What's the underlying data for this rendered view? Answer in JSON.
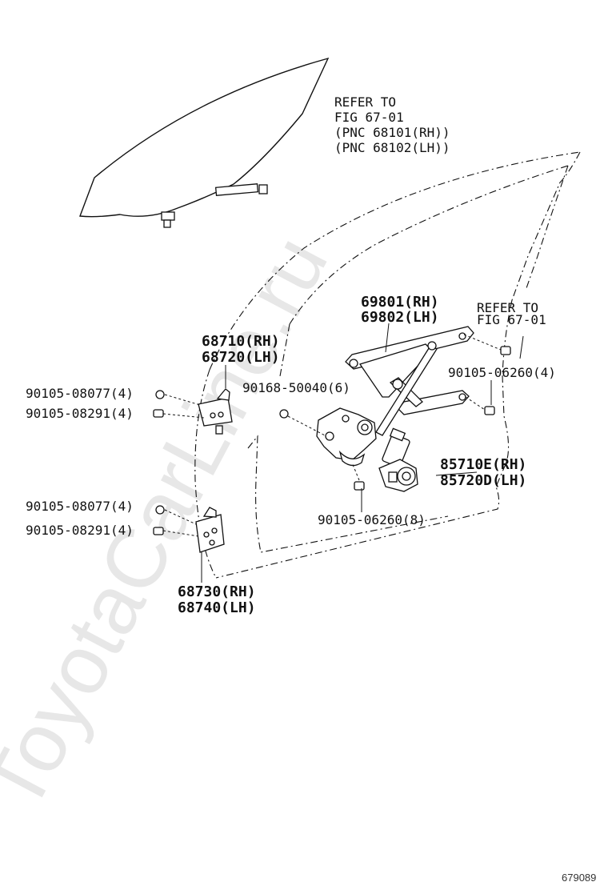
{
  "watermark": "ToyotaCarLine.ru",
  "figure_id": "679089",
  "glass_ref": {
    "line1": "REFER TO",
    "line2": "FIG 67-01",
    "line3": "(PNC 68101(RH))",
    "line4": "(PNC 68102(LH))"
  },
  "regulator_ref": {
    "line1": "REFER TO",
    "line2": "FIG 67-01"
  },
  "parts": {
    "regulator": {
      "rh": "69801(RH)",
      "lh": "69802(LH)"
    },
    "upper_hinge": {
      "rh": "68710(RH)",
      "lh": "68720(LH)"
    },
    "lower_hinge": {
      "rh": "68730(RH)",
      "lh": "68740(LH)"
    },
    "motor": {
      "rh": "85710E(RH)",
      "lh": "85720D(LH)"
    }
  },
  "fasteners": {
    "upper_bolt_1": "90105-08077(4)",
    "upper_bolt_2": "90105-08291(4)",
    "lower_bolt_1": "90105-08077(4)",
    "lower_bolt_2": "90105-08291(4)",
    "screw": "90168-50040(6)",
    "regulator_bolt": "90105-06260(4)",
    "motor_bolt": "90105-06260(8)"
  }
}
